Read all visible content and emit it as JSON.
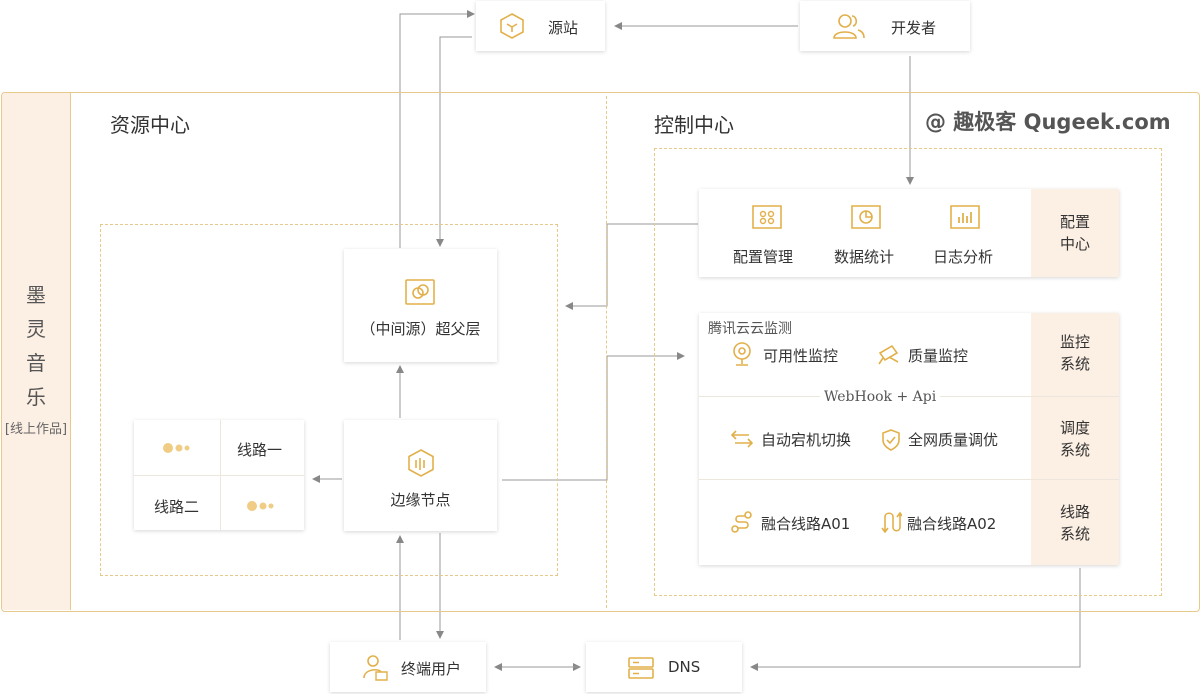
{
  "top": {
    "origin": "源站",
    "developer": "开发者"
  },
  "left_band": {
    "brand_chars": [
      "墨",
      "灵",
      "音",
      "乐"
    ],
    "brand_note": "[线上作品]"
  },
  "resource_center": {
    "title": "资源中心",
    "super_parent": "（中间源）超父层",
    "edge_node": "边缘节点",
    "route_one": "线路一",
    "route_two": "线路二"
  },
  "control_center": {
    "title": "控制中心",
    "watermark": "@ 趣极客 Qugeek.com",
    "config": {
      "items": [
        "配置管理",
        "数据统计",
        "日志分析"
      ],
      "side": [
        "配置",
        "中心"
      ]
    },
    "monitor": {
      "caption": "腾讯云云监测",
      "availability": "可用性监控",
      "quality": "质量监控",
      "webhook": "WebHook + Api",
      "auto_switch": "自动宕机切换",
      "global_tune": "全网质量调优",
      "route_a01": "融合线路A01",
      "route_a02": "融合线路A02",
      "side_monitor": [
        "监控",
        "系统"
      ],
      "side_tune": [
        "调度",
        "系统"
      ],
      "side_route": [
        "线路",
        "系统"
      ]
    }
  },
  "bottom": {
    "end_user": "终端用户",
    "dns": "DNS"
  },
  "colors": {
    "accent": "#e2b04a",
    "border": "#e7c98b",
    "side_bg": "#fcefe4",
    "arrow": "#888888"
  }
}
